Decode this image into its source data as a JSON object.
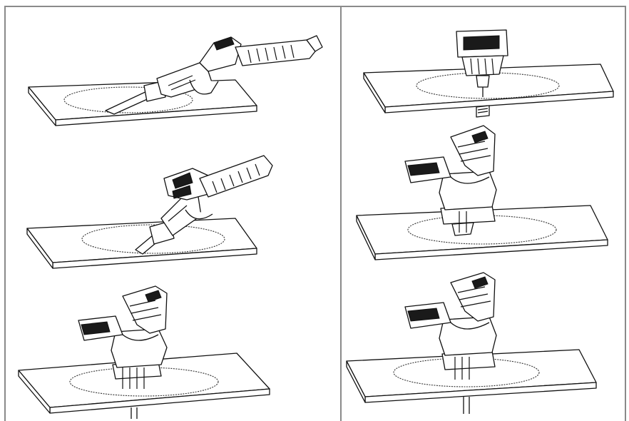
{
  "figure": {
    "steps": [
      {
        "id": "step-1",
        "description_icon": "reciprocating-saw-plunge-start"
      },
      {
        "id": "step-2",
        "description_icon": "reciprocating-saw-plunge-angle"
      },
      {
        "id": "step-3",
        "description_icon": "reciprocating-saw-vertical-cut"
      },
      {
        "id": "step-4",
        "description_icon": "drill-pilot-hole"
      },
      {
        "id": "step-5",
        "description_icon": "reciprocating-saw-insert-hole"
      },
      {
        "id": "step-6",
        "description_icon": "reciprocating-saw-cutting"
      }
    ]
  },
  "colors": {
    "line": "#111111",
    "frame": "#8a8a8a",
    "background": "#ffffff"
  }
}
